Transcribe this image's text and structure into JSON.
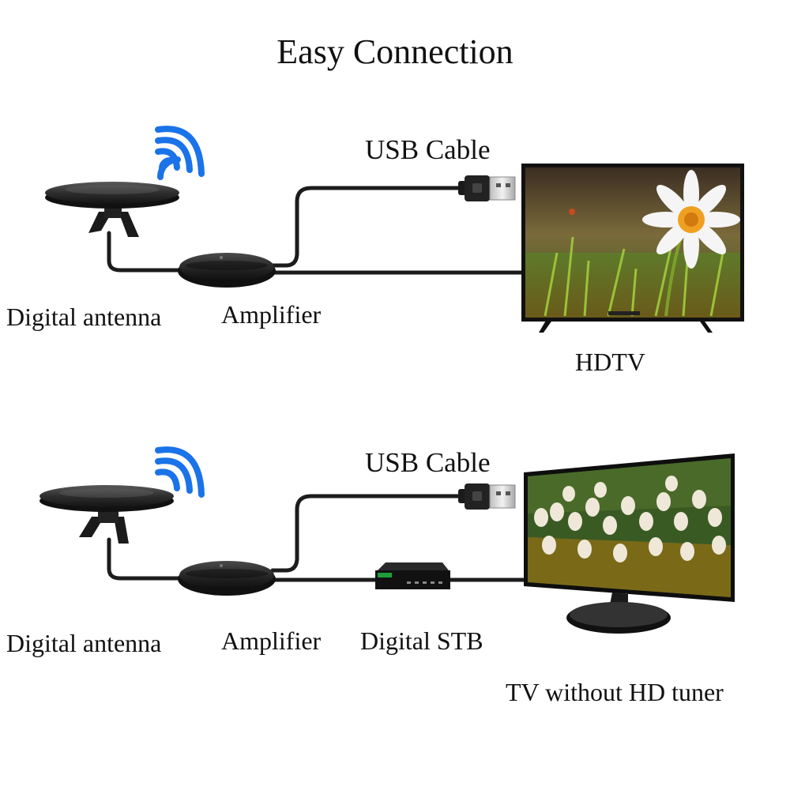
{
  "title": "Easy Connection",
  "top_setup": {
    "usb_cable_label": "USB Cable",
    "antenna_label": "Digital antenna",
    "amplifier_label": "Amplifier",
    "tv_label": "HDTV",
    "icons": [
      "signal-waves-icon",
      "antenna-icon",
      "amplifier-icon",
      "usb-plug-icon",
      "hdtv-icon"
    ]
  },
  "bottom_setup": {
    "usb_cable_label": "USB Cable",
    "antenna_label": "Digital antenna",
    "amplifier_label": "Amplifier",
    "stb_label": "Digital STB",
    "tv_label": "TV without HD tuner",
    "icons": [
      "signal-waves-icon",
      "antenna-icon",
      "amplifier-icon",
      "usb-plug-icon",
      "set-top-box-icon",
      "monitor-icon"
    ]
  },
  "colors": {
    "signal": "#1a73e8",
    "device": "#2b2b2b",
    "cable": "#1c1c1c",
    "flower_center": "#f0a020"
  }
}
